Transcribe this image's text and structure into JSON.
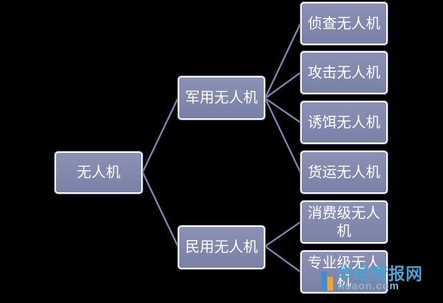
{
  "colors": {
    "background": "#000000",
    "node_fill": "#8088ac",
    "node_border": "#ffffff",
    "connector": "#7c85ad",
    "watermark": "#4aa3d3"
  },
  "root": {
    "label": "无人机"
  },
  "branches": [
    {
      "label": "军用无人机",
      "children": [
        {
          "label": "侦查无人机"
        },
        {
          "label": "攻击无人机"
        },
        {
          "label": "诱饵无人机"
        },
        {
          "label": "货运无人机"
        }
      ]
    },
    {
      "label": "民用无人机",
      "children": [
        {
          "label": "消费级无人机"
        },
        {
          "label": "专业级无人机"
        }
      ]
    }
  ],
  "watermark": {
    "brand": "华经情报网",
    "url": "huaon.com"
  }
}
